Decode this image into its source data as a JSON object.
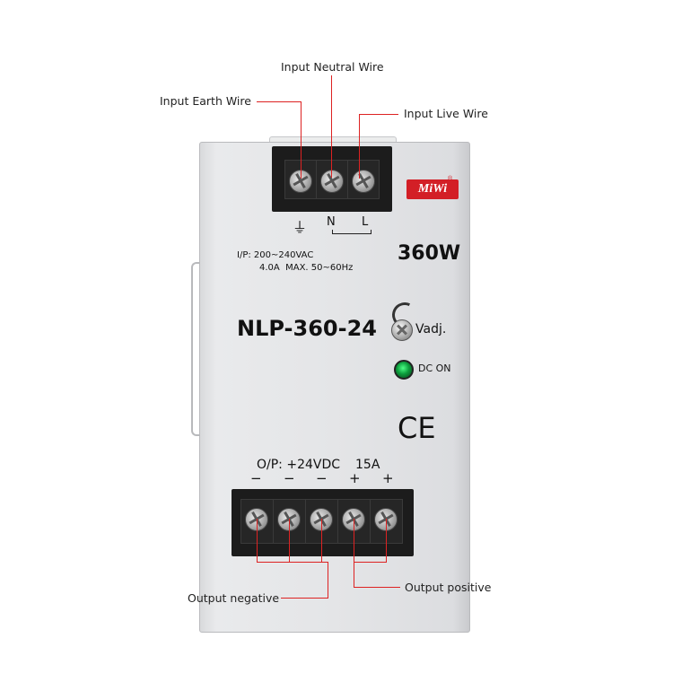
{
  "callouts": {
    "neutral": "Input Neutral Wire",
    "earth": "Input Earth Wire",
    "live": "Input Live Wire",
    "neg": "Output negative",
    "pos": "Output positive"
  },
  "device": {
    "brand": "MiWi",
    "registered": "®",
    "model": "NLP-360-24",
    "power": "360W",
    "input_line1": "I/P: 200~240VAC",
    "input_line2": "4.0A  MAX. 50~60Hz",
    "vadj": "Vadj.",
    "dc_on": "DC ON",
    "ce": "CE",
    "output_spec": "O/P: +24VDC",
    "output_current": "15A",
    "input_terminals": [
      "⏚",
      "N",
      "L"
    ],
    "output_polarity": [
      "−",
      "−",
      "−",
      "+",
      "+"
    ]
  },
  "colors": {
    "callout_line": "#dd2222",
    "brand_red": "#d31f26",
    "led_green": "#0c9d3c"
  }
}
